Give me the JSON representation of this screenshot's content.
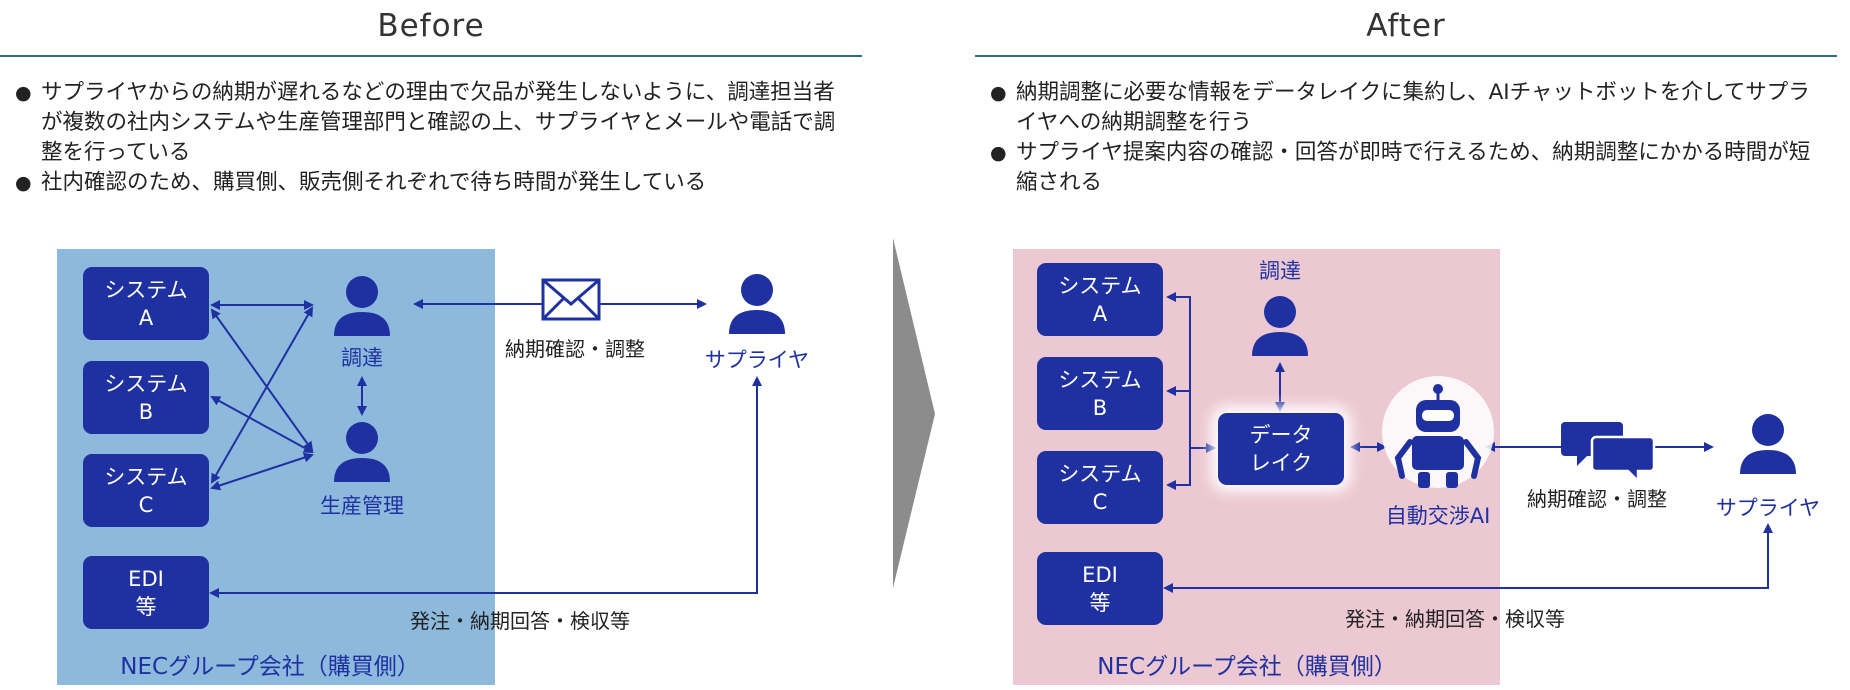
{
  "before": {
    "heading": "Before",
    "bullets": [
      "サプライヤからの納期が遅れるなどの理由で欠品が発生しないように、調達担当者が複数の社内システムや生産管理部門と確認の上、サプライヤとメールや電話で調整を行っている",
      "社内確認のため、購買側、販売側それぞれで待ち時間が発生している"
    ],
    "systems": [
      {
        "line1": "システム",
        "line2": "A"
      },
      {
        "line1": "システム",
        "line2": "B"
      },
      {
        "line1": "システム",
        "line2": "C"
      }
    ],
    "edi": {
      "line1": "EDI",
      "line2": "等"
    },
    "procurement_label": "調達",
    "production_label": "生産管理",
    "supplier_label": "サプライヤ",
    "mail_label": "納期確認・調整",
    "edi_label": "発注・納期回答・検収等",
    "panel_label": "NECグループ会社（購買側）"
  },
  "after": {
    "heading": "After",
    "bullets": [
      "納期調整に必要な情報をデータレイクに集約し、AIチャットボットを介してサプライヤへの納期調整を行う",
      "サプライヤ提案内容の確認・回答が即時で行えるため、納期調整にかかる時間が短縮される"
    ],
    "systems": [
      {
        "line1": "システム",
        "line2": "A"
      },
      {
        "line1": "システム",
        "line2": "B"
      },
      {
        "line1": "システム",
        "line2": "C"
      }
    ],
    "edi": {
      "line1": "EDI",
      "line2": "等"
    },
    "procurement_label": "調達",
    "datalake": {
      "line1": "データ",
      "line2": "レイク"
    },
    "ai_label": "自動交渉AI",
    "chat_label": "納期確認・調整",
    "supplier_label": "サプライヤ",
    "edi_label": "発注・納期回答・検収等",
    "panel_label": "NECグループ会社（購買側）"
  },
  "colors": {
    "navy": "#1f31a1",
    "before_panel": "#8cb9dc",
    "after_panel": "#ecc8d2",
    "rule": "#2f6f82",
    "divider_arrow": "#8c8c8c"
  },
  "icons": [
    "person-icon",
    "envelope-icon",
    "chat-bubbles-icon",
    "robot-icon"
  ]
}
